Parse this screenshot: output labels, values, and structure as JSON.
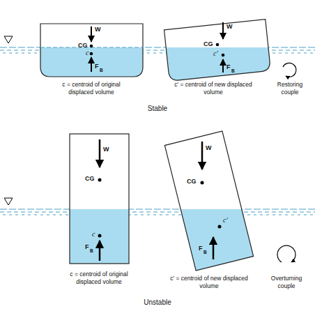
{
  "diagram": {
    "labels": [
      "W",
      "CG",
      "c",
      "F",
      "B",
      "c = centroid of original displaced volume",
      "W",
      "CG",
      "c′",
      "F",
      "B",
      "c′ = centroid of new displaced volume",
      "Restoring couple",
      "Stable",
      "W",
      "CG",
      "c",
      "F",
      "B",
      "c = centroid of original displaced volume",
      "W",
      "CG",
      "c′",
      "F",
      "B",
      "c′ = centroid of new displaced volume",
      "Overturning couple",
      "Unstable"
    ]
  }
}
